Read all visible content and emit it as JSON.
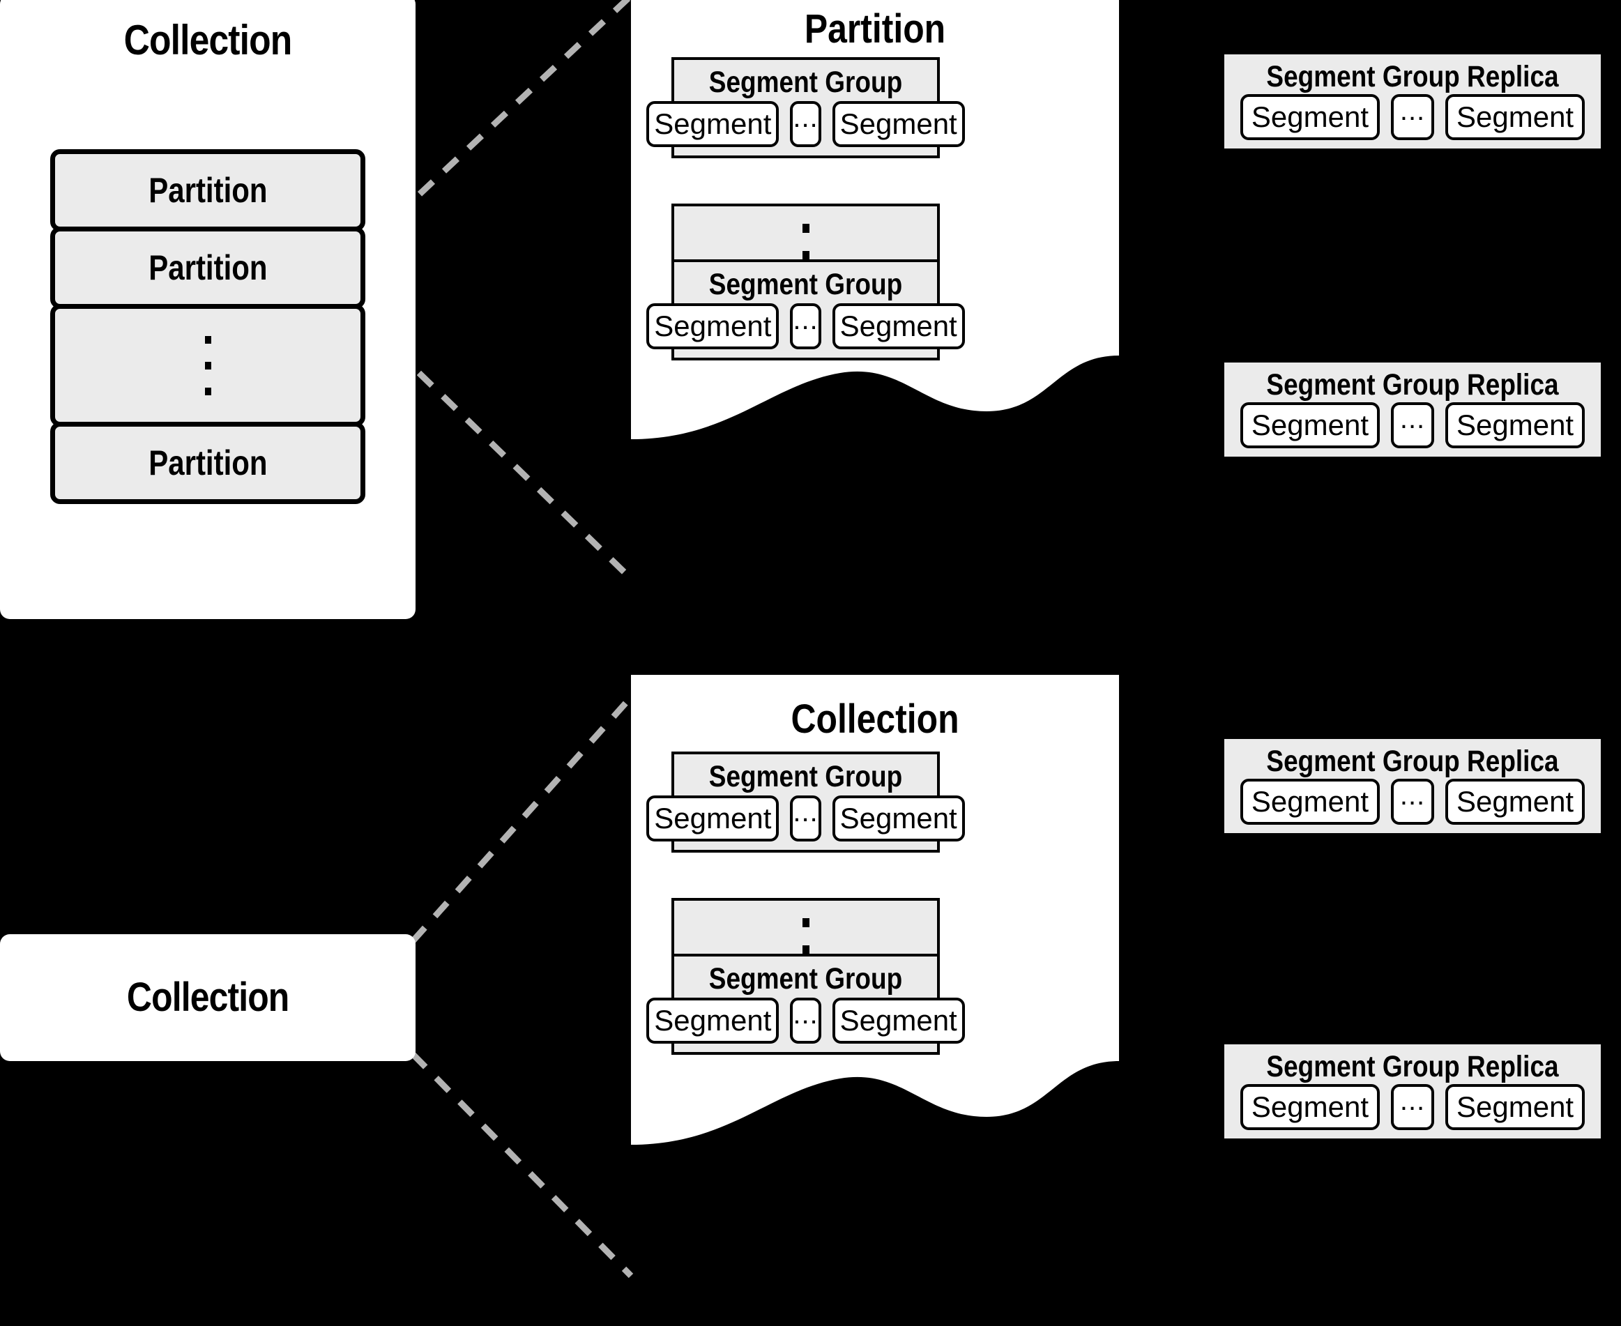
{
  "diagram": {
    "title": "Collection / Partition / Segment Group hierarchy",
    "colors": {
      "background": "#000000",
      "panel": "#ffffff",
      "box_fill": "#ebebeb",
      "stroke": "#000000",
      "connector": "#b3b3b3"
    }
  },
  "collection_top": {
    "title": "Collection",
    "partitions": [
      {
        "label": "Partition",
        "type": "labeled"
      },
      {
        "label": "Partition",
        "type": "labeled"
      },
      {
        "label": "",
        "type": "ellipsis"
      },
      {
        "label": "Partition",
        "type": "labeled"
      }
    ]
  },
  "collection_bottom": {
    "title": "Collection"
  },
  "partition_panel": {
    "title": "Partition",
    "segment_groups": [
      {
        "title": "Segment Group",
        "segments": [
          {
            "label": "Segment",
            "type": "segment"
          },
          {
            "label": "...",
            "type": "ellipsis"
          },
          {
            "label": "Segment",
            "type": "segment"
          }
        ]
      },
      {
        "title": "",
        "type": "ellipsis",
        "segments": []
      },
      {
        "title": "Segment Group",
        "segments": [
          {
            "label": "Segment",
            "type": "segment"
          },
          {
            "label": "...",
            "type": "ellipsis"
          },
          {
            "label": "Segment",
            "type": "segment"
          }
        ]
      }
    ]
  },
  "collection_panel": {
    "title": "Collection",
    "segment_groups": [
      {
        "title": "Segment Group",
        "segments": [
          {
            "label": "Segment",
            "type": "segment"
          },
          {
            "label": "...",
            "type": "ellipsis"
          },
          {
            "label": "Segment",
            "type": "segment"
          }
        ]
      },
      {
        "title": "",
        "type": "ellipsis",
        "segments": []
      },
      {
        "title": "Segment Group",
        "segments": [
          {
            "label": "Segment",
            "type": "segment"
          },
          {
            "label": "...",
            "type": "ellipsis"
          },
          {
            "label": "Segment",
            "type": "segment"
          }
        ]
      }
    ]
  },
  "replicas": [
    {
      "title": "Segment Group Replica",
      "segments": [
        {
          "label": "Segment",
          "type": "segment"
        },
        {
          "label": "...",
          "type": "ellipsis"
        },
        {
          "label": "Segment",
          "type": "segment"
        }
      ]
    },
    {
      "title": "Segment Group Replica",
      "segments": [
        {
          "label": "Segment",
          "type": "segment"
        },
        {
          "label": "...",
          "type": "ellipsis"
        },
        {
          "label": "Segment",
          "type": "segment"
        }
      ]
    },
    {
      "title": "Segment Group Replica",
      "segments": [
        {
          "label": "Segment",
          "type": "segment"
        },
        {
          "label": "...",
          "type": "ellipsis"
        },
        {
          "label": "Segment",
          "type": "segment"
        }
      ]
    },
    {
      "title": "Segment Group Replica",
      "segments": [
        {
          "label": "Segment",
          "type": "segment"
        },
        {
          "label": "...",
          "type": "ellipsis"
        },
        {
          "label": "Segment",
          "type": "segment"
        }
      ]
    }
  ]
}
